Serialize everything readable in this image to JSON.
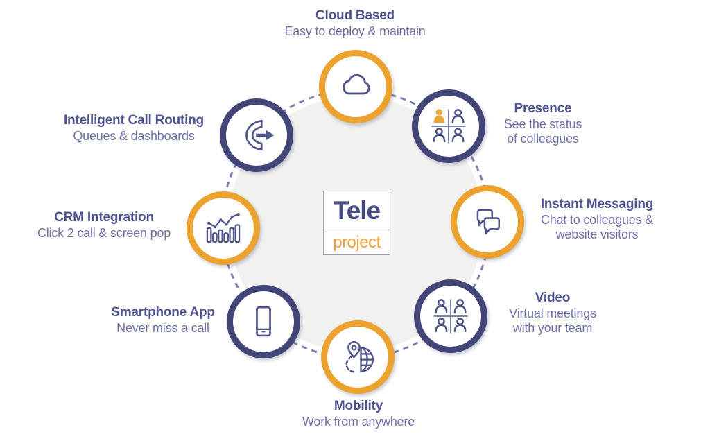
{
  "diagram": {
    "center_logo": {
      "line1": "Tele",
      "line2": "project"
    },
    "features": [
      {
        "id": "cloud-based",
        "title": "Cloud Based",
        "subtitle": "Easy to deploy & maintain",
        "ring_color": "orange",
        "icon": "cloud-icon",
        "label_position": "top"
      },
      {
        "id": "presence",
        "title": "Presence",
        "subtitle": "See the status\nof colleagues",
        "ring_color": "navy",
        "icon": "presence-people-grid-icon",
        "label_position": "right"
      },
      {
        "id": "instant-messaging",
        "title": "Instant Messaging",
        "subtitle": "Chat to colleagues &\nwebsite visitors",
        "ring_color": "orange",
        "icon": "chat-bubbles-icon",
        "label_position": "right"
      },
      {
        "id": "video",
        "title": "Video",
        "subtitle": "Virtual meetings\nwith your team",
        "ring_color": "navy",
        "icon": "video-people-grid-icon",
        "label_position": "right"
      },
      {
        "id": "mobility",
        "title": "Mobility",
        "subtitle": "Work from anywhere",
        "ring_color": "orange",
        "icon": "globe-pin-icon",
        "label_position": "bottom"
      },
      {
        "id": "smartphone-app",
        "title": "Smartphone App",
        "subtitle": "Never miss a call",
        "ring_color": "navy",
        "icon": "smartphone-icon",
        "label_position": "left"
      },
      {
        "id": "crm-integration",
        "title": "CRM Integration",
        "subtitle": "Click 2 call & screen pop",
        "ring_color": "orange",
        "icon": "bar-line-chart-icon",
        "label_position": "left"
      },
      {
        "id": "intelligent-call-routing",
        "title": "Intelligent Call Routing",
        "subtitle": "Queues & dashboards",
        "ring_color": "navy",
        "icon": "phone-arrow-icon",
        "label_position": "left"
      }
    ],
    "colors": {
      "navy_ring": "#424677",
      "orange_ring": "#eca22f",
      "icon_stroke": "#4f5489",
      "title_text": "#4e5291",
      "subtitle_text": "#6e72a8",
      "background_circle": "#f1f1ef",
      "dashed_ring": "#7d82b0",
      "logo_navy": "#474c83",
      "logo_orange": "#f0a13c",
      "presence_person_fill": "#eda438"
    }
  }
}
